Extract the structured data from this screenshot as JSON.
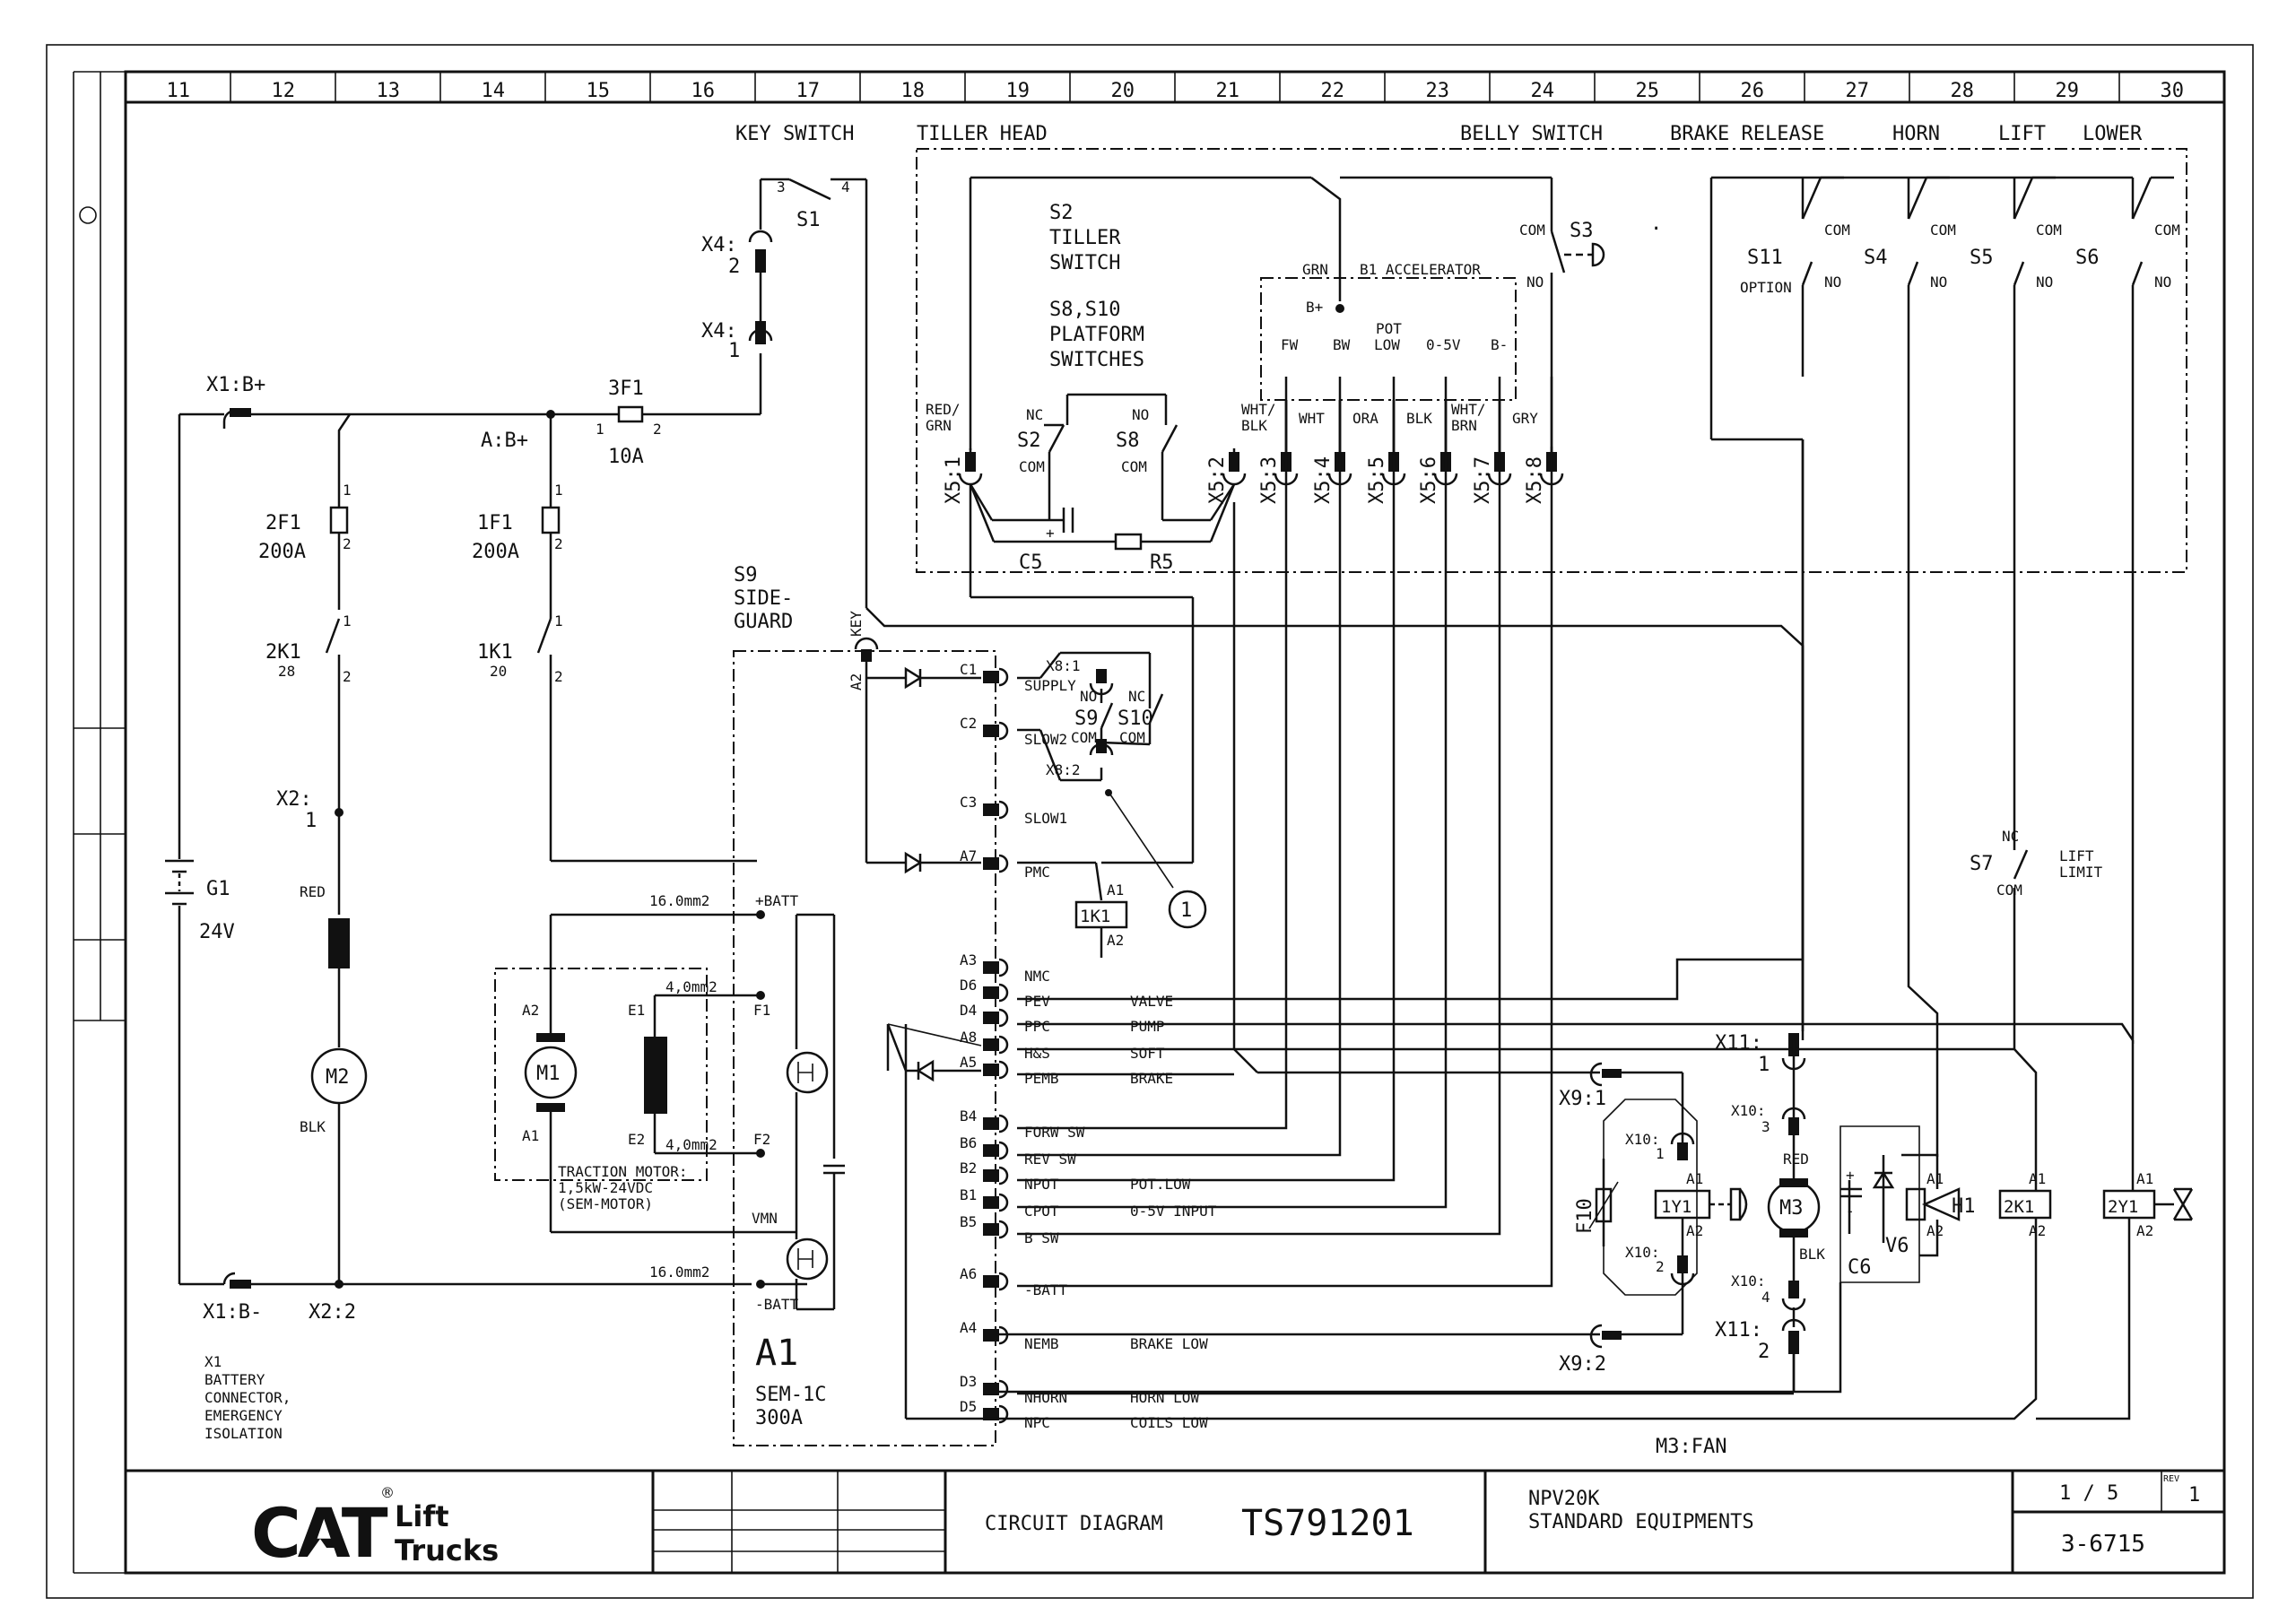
{
  "columns": [
    "11",
    "12",
    "13",
    "14",
    "15",
    "16",
    "17",
    "18",
    "19",
    "20",
    "21",
    "22",
    "23",
    "24",
    "25",
    "26",
    "27",
    "28",
    "29",
    "30"
  ],
  "headings": {
    "key_switch": "KEY SWITCH",
    "tiller_head": "TILLER HEAD",
    "belly_switch": "BELLY SWITCH",
    "brake_release": "BRAKE RELEASE",
    "horn": "HORN",
    "lift": "LIFT",
    "lower": "LOWER"
  },
  "power": {
    "x1_bplus": "X1:B+",
    "x1_bminus": "X1:B-",
    "a_bplus": "A:B+",
    "f3": "3F1",
    "f3_rating": "10A",
    "f2": "2F1",
    "f2_rating": "200A",
    "f1": "1F1",
    "f1_rating": "200A",
    "k2": "2K1",
    "k2_ref": "28",
    "k1": "1K1",
    "k1_ref": "20",
    "battery": "G1",
    "battery_voltage": "24V",
    "x4_2": "X4:",
    "x4_2n": "2",
    "x4_1": "X4:",
    "x4_1n": "1",
    "s1": "S1",
    "x2_1": "X2:",
    "x2_1n": "1",
    "x2_2": "X2:2",
    "red": "RED",
    "blk": "BLK",
    "m2": "M2",
    "battery_note": [
      "X1",
      "BATTERY",
      "CONNECTOR,",
      "EMERGENCY",
      "ISOLATION"
    ]
  },
  "tiller": {
    "s2_title": [
      "S2",
      "TILLER",
      "SWITCH"
    ],
    "s8_title": [
      "S8,S10",
      "PLATFORM",
      "SWITCHES"
    ],
    "s3": "S3",
    "b1": "B1 ACCELERATOR",
    "grn": "GRN",
    "bplus": "B+",
    "pins": [
      "FW",
      "BW",
      "POT",
      "LOW",
      "0-5V",
      "B-"
    ],
    "wires": [
      "WHT/",
      "BLK",
      "WHT",
      "ORA",
      "BLK",
      "WHT/",
      "BRN",
      "GRY",
      "RED/",
      "GRN"
    ],
    "connectors": [
      "X5:1",
      "X5:2",
      "X5:3",
      "X5:4",
      "X5:5",
      "X5:6",
      "X5:7",
      "X5:8"
    ],
    "s2": "S2",
    "s8": "S8",
    "nc": "NC",
    "no": "NO",
    "com": "COM",
    "c5": "C5",
    "r5": "R5",
    "plus": "+",
    "dotc": "·"
  },
  "right": {
    "s11": "S11",
    "option": "OPTION",
    "s4": "S4",
    "s5": "S5",
    "s6": "S6",
    "s7": "S7",
    "lift_limit": [
      "LIFT",
      "LIMIT"
    ],
    "x11_1": "X11:",
    "x11_1n": "1",
    "x11_2": "X11:",
    "x11_2n": "2",
    "x10_3": "X10:",
    "x10_3n": "3",
    "x10_4": "X10:",
    "x10_4n": "4",
    "x10_1": "X10:",
    "x10_1n": "1",
    "x10_2": "X10:",
    "x10_2n": "2",
    "x9_1": "X9:1",
    "x9_2": "X9:2",
    "f10": "F10",
    "y1": "1Y1",
    "m3": "M3",
    "m3_fan": "M3:FAN",
    "c6": "C6",
    "v6": "V6",
    "h1": "H1",
    "k21": "2K1",
    "y2": "2Y1",
    "a1": "A1",
    "a2": "A2",
    "red": "RED",
    "blk": "BLK",
    "minus": "-"
  },
  "controller": {
    "s9_title": [
      "S9",
      "SIDE-",
      "GUARD"
    ],
    "key": "KEY",
    "a2": "A2",
    "name": "A1",
    "model": "SEM-1C",
    "rating": "300A",
    "batt_plus": "+BATT",
    "batt_minus": "-BATT",
    "wire_16": "16.0mm2",
    "wire_16b": "16.0mm2",
    "wire_4a": "4,0mm2",
    "wire_4b": "4,0mm2",
    "f1": "F1",
    "f2": "F2",
    "vmn": "VMN",
    "m1": "M1",
    "e1": "E1",
    "e2": "E2",
    "ma2": "A2",
    "ma1": "A1",
    "motor_note": [
      "TRACTION MOTOR:",
      "1,5kW-24VDC",
      "(SEM-MOTOR)"
    ],
    "k11": "1K1",
    "k11_a1": "A1",
    "k11_a2": "A2",
    "callout": "1",
    "x8_1": "X8:1",
    "x8_2": "X8:2",
    "s9": "S9",
    "s10": "S10",
    "no": "NO",
    "nc": "NC",
    "com": "COM",
    "pins": [
      {
        "pin": "C1",
        "sig": "SUPPLY",
        "desc": ""
      },
      {
        "pin": "C2",
        "sig": "SLOW2",
        "desc": ""
      },
      {
        "pin": "C3",
        "sig": "SLOW1",
        "desc": ""
      },
      {
        "pin": "A7",
        "sig": "PMC",
        "desc": ""
      },
      {
        "pin": "A3",
        "sig": "NMC",
        "desc": ""
      },
      {
        "pin": "D6",
        "sig": "PEV",
        "desc": "VALVE"
      },
      {
        "pin": "D4",
        "sig": "PPC",
        "desc": "PUMP"
      },
      {
        "pin": "A8",
        "sig": "H&S",
        "desc": "SOFT"
      },
      {
        "pin": "A5",
        "sig": "PEMB",
        "desc": "BRAKE"
      },
      {
        "pin": "B4",
        "sig": "FORW SW",
        "desc": ""
      },
      {
        "pin": "B6",
        "sig": "REV SW",
        "desc": ""
      },
      {
        "pin": "B2",
        "sig": "NPOT",
        "desc": "POT.LOW"
      },
      {
        "pin": "B1",
        "sig": "CPOT",
        "desc": "0-5V INPUT"
      },
      {
        "pin": "B5",
        "sig": "B SW",
        "desc": ""
      },
      {
        "pin": "A6",
        "sig": "-BATT",
        "desc": ""
      },
      {
        "pin": "A4",
        "sig": "NEMB",
        "desc": "BRAKE LOW"
      },
      {
        "pin": "D3",
        "sig": "NHORN",
        "desc": "HORN  LOW"
      },
      {
        "pin": "D5",
        "sig": "NPC",
        "desc": "COILS LOW"
      }
    ]
  },
  "title_block": {
    "brand_cat": "CAT",
    "brand_reg": "®",
    "brand_lift": "Lift",
    "brand_trucks": "Trucks",
    "doc_type": "CIRCUIT DIAGRAM",
    "doc_number": "TS791201",
    "model": "NPV20K",
    "equipment": "STANDARD EQUIPMENTS",
    "sheet": "1 / 5",
    "rev_label": "REV",
    "rev": "1",
    "drawing_no": "3-6715"
  }
}
